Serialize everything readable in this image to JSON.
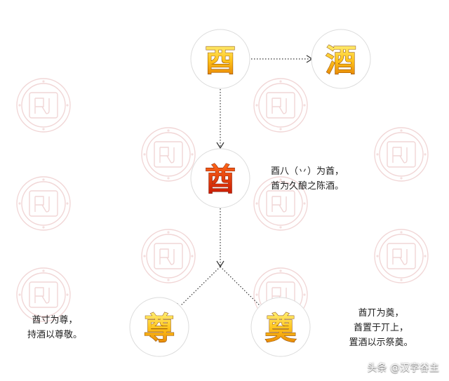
{
  "nodes": {
    "you": {
      "char": "酉"
    },
    "jiu": {
      "char": "酒"
    },
    "qiu": {
      "char": "酋"
    },
    "zun": {
      "char": "尊"
    },
    "dian": {
      "char": "奠"
    }
  },
  "notes": {
    "qiu": "酉八（丷）为酋，\n酋为久酿之陈酒。",
    "zun": "酋寸为尊，\n持酒以尊敬。",
    "dian": "酋丌为奠，\n酋置于丌上，\n置酒以示祭奠。"
  },
  "attribution": "头条 @汉字谷主",
  "colors": {
    "gold_light": "#fff27a",
    "gold_mid": "#ffc21a",
    "gold_dark": "#e07800",
    "red_light": "#ff6a1a",
    "red_dark": "#c21000",
    "connector": "#333333",
    "watermark": "#f1d6d6"
  }
}
